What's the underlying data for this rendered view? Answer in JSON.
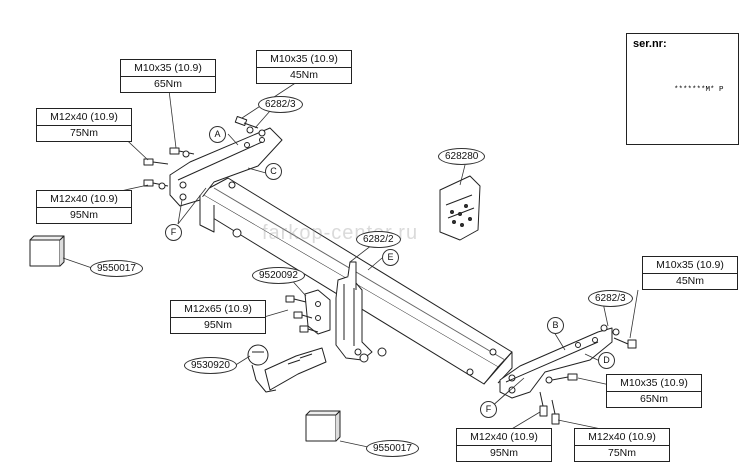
{
  "watermark": "farkop-center.ru",
  "serial": {
    "title": "ser.nr:",
    "plate": "*******M* P"
  },
  "specs": [
    {
      "id": "s1",
      "bolt": "M10x35 (10.9)",
      "torque": "65Nm"
    },
    {
      "id": "s2",
      "bolt": "M10x35 (10.9)",
      "torque": "45Nm"
    },
    {
      "id": "s3",
      "bolt": "M12x40 (10.9)",
      "torque": "75Nm"
    },
    {
      "id": "s4",
      "bolt": "M12x40 (10.9)",
      "torque": "95Nm"
    },
    {
      "id": "s5",
      "bolt": "M12x65 (10.9)",
      "torque": "95Nm"
    },
    {
      "id": "s6",
      "bolt": "M10x35 (10.9)",
      "torque": "45Nm"
    },
    {
      "id": "s7",
      "bolt": "M10x35 (10.9)",
      "torque": "65Nm"
    },
    {
      "id": "s8",
      "bolt": "M12x40 (10.9)",
      "torque": "95Nm"
    },
    {
      "id": "s9",
      "bolt": "M12x40 (10.9)",
      "torque": "75Nm"
    }
  ],
  "part_numbers": {
    "p1": "6282/3",
    "p2": "628280",
    "p3": "6282/2",
    "p4": "9520092",
    "p5": "9550017",
    "p6": "9530920",
    "p7": "9550017",
    "p8": "6282/3"
  },
  "tags": {
    "t1": "A",
    "t2": "C",
    "t3": "F",
    "t4": "E",
    "t5": "B",
    "t6": "D",
    "t7": "F"
  }
}
